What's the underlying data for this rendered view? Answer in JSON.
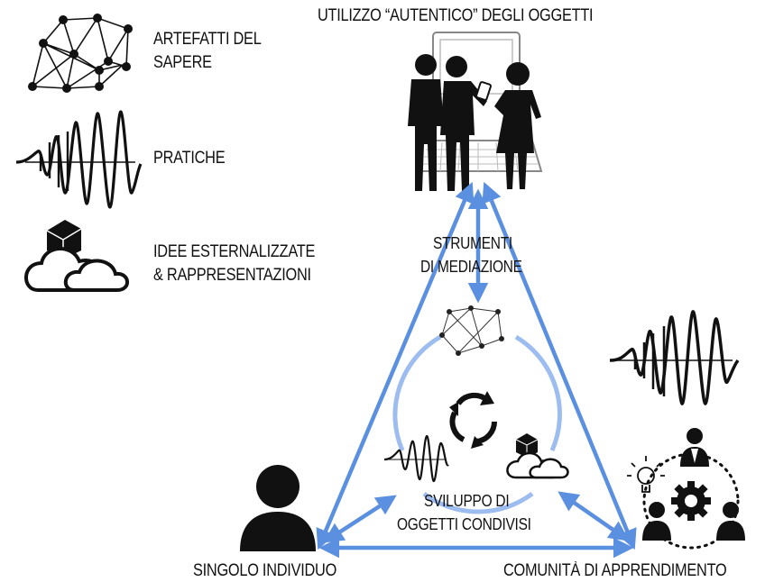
{
  "legend": {
    "artifacts_line1": "ARTEFATTI DEL",
    "artifacts_line2": "SAPERE",
    "practices": "PRATICHE",
    "ideas_line1": "IDEE ESTERNALIZZATE",
    "ideas_line2": "& RAPPRESENTAZIONI"
  },
  "labels": {
    "top": "UTILIZZO “AUTENTICO” DEGLI OGGETTI",
    "tools_line1": "STRUMENTI",
    "tools_line2": "DI MEDIAZIONE",
    "center_line1": "SVILUPPO DI",
    "center_line2": "OGGETTI CONDIVISI",
    "left": "SINGOLO INDIVIDUO",
    "right": "COMUNITÀ DI APPRENDIMENTO"
  },
  "colors": {
    "arrow": "#5b8fe0",
    "arrow_light": "#9dbcf0",
    "ink": "#111111"
  }
}
